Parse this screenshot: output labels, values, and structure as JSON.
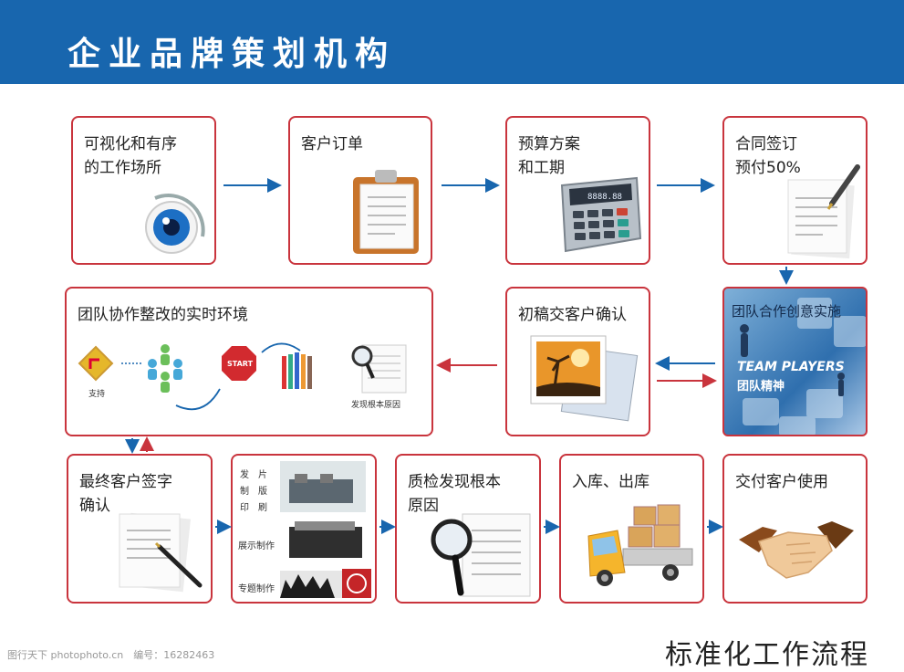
{
  "header": {
    "title": "企业品牌策划机构"
  },
  "steps": [
    {
      "id": "s1",
      "label": "可视化和有序\n的工作场所",
      "icon": "eye-icon"
    },
    {
      "id": "s2",
      "label": "客户订单",
      "icon": "clipboard-icon"
    },
    {
      "id": "s3",
      "label": "预算方案\n和工期",
      "icon": "calculator-icon"
    },
    {
      "id": "s4",
      "label": "合同签订\n预付50%",
      "icon": "document-pen-icon"
    },
    {
      "id": "s5",
      "label": "团队合作创意实施",
      "icon": "team-puzzle-image"
    },
    {
      "id": "s6",
      "label": "初稿交客户确认",
      "icon": "photo-icon"
    },
    {
      "id": "s7",
      "label": "团队协作整改的实时环境",
      "icon": "process-cycle-icon"
    },
    {
      "id": "s8",
      "label": "最终客户签字\n确认",
      "icon": "document-pen-icon"
    },
    {
      "id": "s9",
      "label": "",
      "icon": "production-images"
    },
    {
      "id": "s10",
      "label": "质检发现根本\n原因",
      "icon": "magnifier-document-icon"
    },
    {
      "id": "s11",
      "label": "入库、出库",
      "icon": "delivery-truck-icon"
    },
    {
      "id": "s12",
      "label": "交付客户使用",
      "icon": "handshake-icon"
    }
  ],
  "team_panel": {
    "line1": "TEAM PLAYERS",
    "line2": "团队精神"
  },
  "cycle": {
    "support": "支持",
    "start": "START",
    "find_cause": "发现根本原因"
  },
  "production": {
    "l1": "发　片",
    "l2": "制　版",
    "l3": "印　刷",
    "l4": "展示制作",
    "l5": "专题制作"
  },
  "calculator": {
    "display": "8888.88"
  },
  "footer": {
    "right": "标准化工作流程",
    "left": "图行天下 photophoto.cn　编号：16282463"
  },
  "colors": {
    "header": "#1866ae",
    "border": "#c9343d",
    "arrow_blue": "#1866ae",
    "arrow_red": "#c9343d"
  }
}
